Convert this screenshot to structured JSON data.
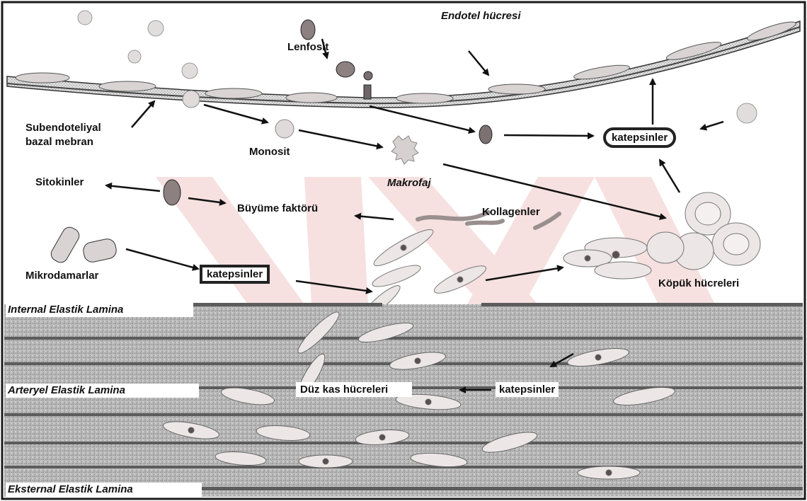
{
  "labels": {
    "lenfosit": "Lenfosit",
    "endotel": "Endotel hücresi",
    "subendoteliyal": "Subendoteliyal",
    "bazal": "bazal mebran",
    "monosit": "Monosit",
    "makrofaj": "Makrofaj",
    "sitokinler": "Sitokinler",
    "buyume": "Büyüme faktörü",
    "kollagenler": "Kollagenler",
    "mikrodamarlar": "Mikrodamarlar",
    "kopuk": "Köpük hücreleri",
    "duz_kas": "Düz kas hücreleri"
  },
  "katepsinler": {
    "top_right": "katepsinler",
    "middle": "katepsinler",
    "bottom": "katepsinler"
  },
  "layers": {
    "internal": "Internal Elastik Lamina",
    "arteryel": "Arteryel Elastik Lamina",
    "eksternal": "Eksternal Elastik Lamina"
  },
  "colors": {
    "border": "#1a1a1a",
    "media_bg": "#b9b9b9",
    "cell_fill": "#e8e4e4",
    "nucleus": "#5a5050",
    "watermark": "#f3d6d6",
    "arrow": "#111111"
  }
}
